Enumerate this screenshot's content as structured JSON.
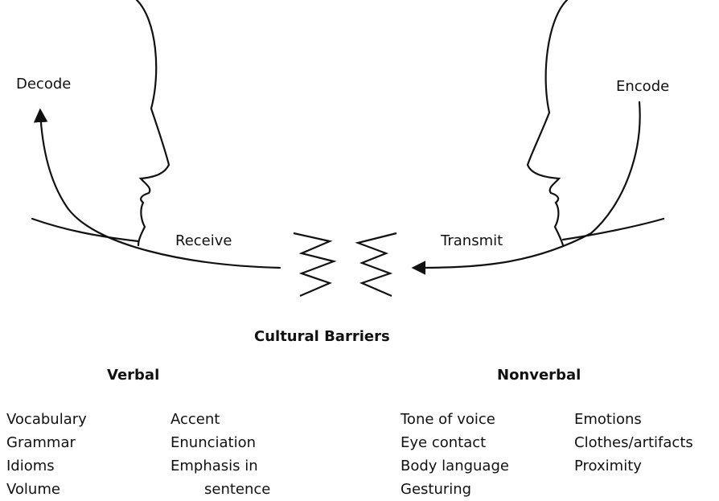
{
  "labels": {
    "decode": "Decode",
    "encode": "Encode",
    "receive": "Receive",
    "transmit": "Transmit",
    "barriers": "Cultural Barriers"
  },
  "verbal": {
    "heading": "Verbal",
    "col1": [
      "Vocabulary",
      "Grammar",
      "Idioms",
      "Volume"
    ],
    "col2": [
      "Accent",
      "Enunciation",
      "Emphasis in",
      "sentence"
    ]
  },
  "nonverbal": {
    "heading": "Nonverbal",
    "col1": [
      "Tone of voice",
      "Eye contact",
      "Body language",
      "Gesturing"
    ],
    "col2": [
      "Emotions",
      "Clothes/artifacts",
      "Proximity"
    ]
  },
  "colors": {
    "ink": "#111111",
    "background": "#ffffff"
  }
}
